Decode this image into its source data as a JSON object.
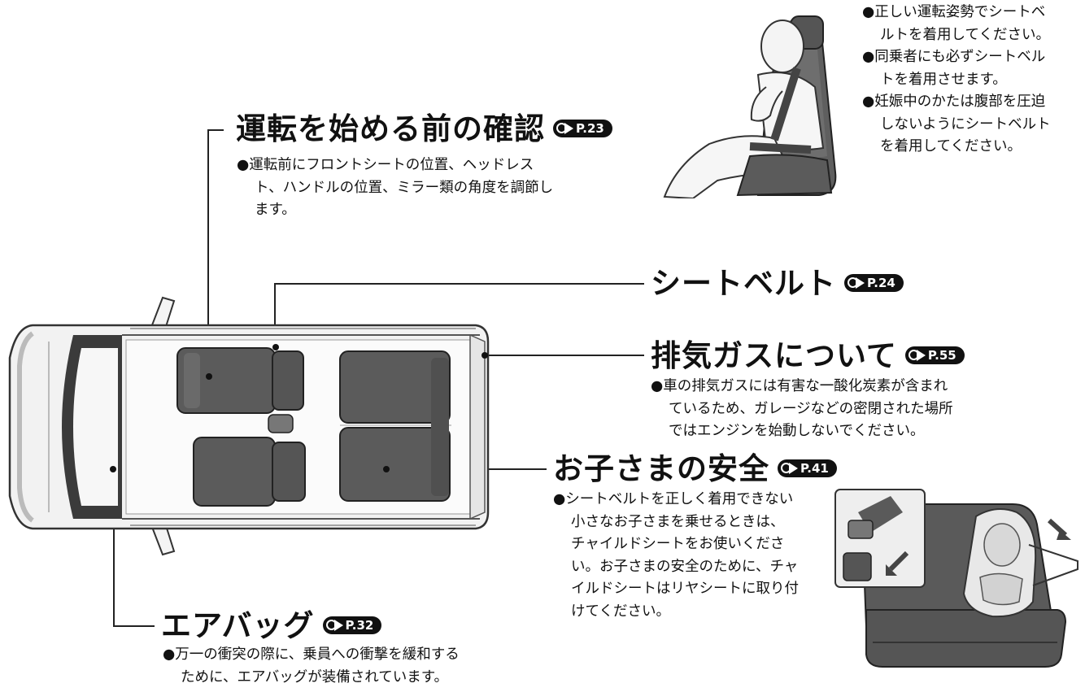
{
  "sections": {
    "before_driving": {
      "heading": "運転を始める前の確認",
      "ref": "P.23",
      "lines": [
        "●運転前にフロントシートの位置、ヘッドレス",
        "ト、ハンドルの位置、ミラー類の角度を調節し",
        "ます。"
      ]
    },
    "seatbelt": {
      "heading": "シートベルト",
      "ref": "P.24",
      "notes": [
        "●正しい運転姿勢でシートベ",
        "ルトを着用してください。",
        "●同乗者にも必ずシートベル",
        "トを着用させます。",
        "●妊娠中のかたは腹部を圧迫",
        "しないようにシートベルト",
        "を着用してください。"
      ]
    },
    "exhaust": {
      "heading": "排気ガスについて",
      "ref": "P.55",
      "lines": [
        "●車の排気ガスには有害な一酸化炭素が含まれ",
        "ているため、ガレージなどの密閉された場所",
        "ではエンジンを始動しないでください。"
      ]
    },
    "child_safety": {
      "heading": "お子さまの安全",
      "ref": "P.41",
      "lines": [
        "●シートベルトを正しく着用できない",
        "小さなお子さまを乗せるときは、",
        "チャイルドシートをお使いくださ",
        "い。お子さまの安全のために、チャ",
        "イルドシートはリヤシートに取り付",
        "けてください。"
      ]
    },
    "airbag": {
      "heading": "エアバッグ",
      "ref": "P.32",
      "lines": [
        "●万一の衝突の際に、乗員への衝撃を緩和する",
        "ために、エアバッグが装備されています。"
      ]
    }
  },
  "colors": {
    "text": "#111111",
    "seat_fill": "#5b5b5b",
    "car_body": "#f2f2f2"
  }
}
